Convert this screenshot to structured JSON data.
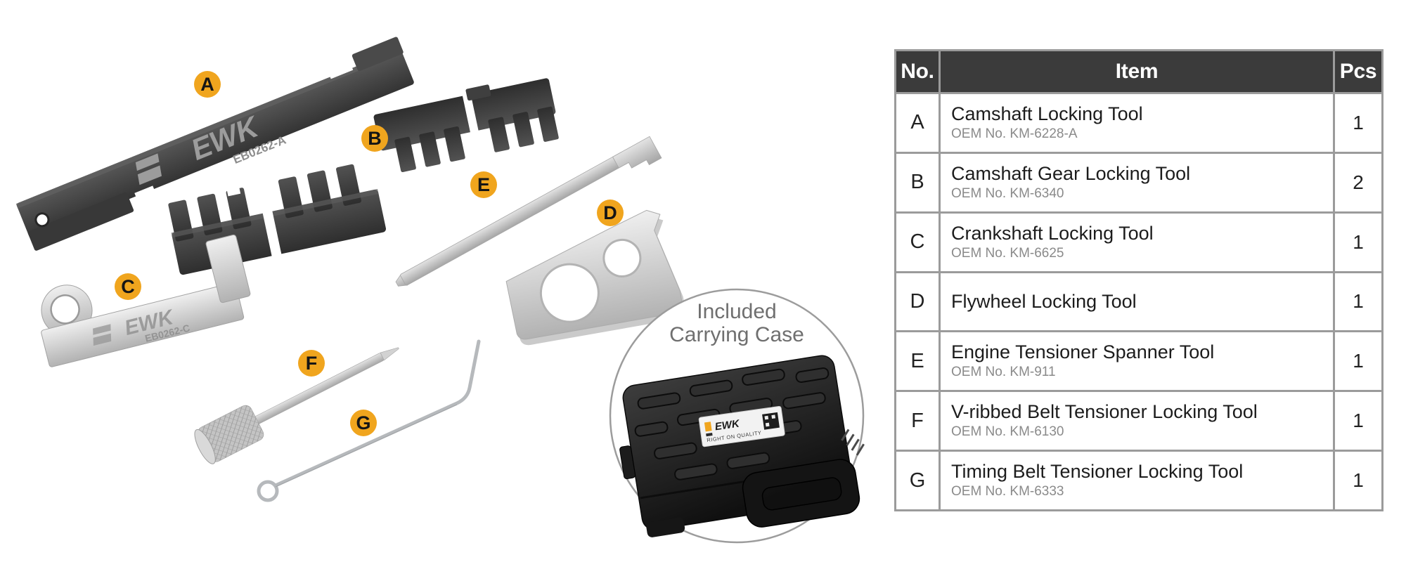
{
  "labels": [
    {
      "letter": "A"
    },
    {
      "letter": "B"
    },
    {
      "letter": "C"
    },
    {
      "letter": "D"
    },
    {
      "letter": "E"
    },
    {
      "letter": "F"
    },
    {
      "letter": "G"
    }
  ],
  "markings": {
    "tool_a_brand": "EWK",
    "tool_a_code": "EB0262-A",
    "tool_c_brand": "EWK",
    "tool_c_code": "EB0262-C",
    "case_label_brand": "EWK",
    "case_label_tagline": "RIGHT ON QUALITY"
  },
  "case_callout": {
    "line1": "Included",
    "line2": "Carrying Case"
  },
  "table": {
    "headers": {
      "no": "No.",
      "item": "Item",
      "pcs": "Pcs"
    },
    "rows": [
      {
        "no": "A",
        "item": "Camshaft Locking Tool",
        "oem": "OEM No. KM-6228-A",
        "pcs": "1"
      },
      {
        "no": "B",
        "item": "Camshaft Gear Locking Tool",
        "oem": "OEM No. KM-6340",
        "pcs": "2"
      },
      {
        "no": "C",
        "item": "Crankshaft Locking Tool",
        "oem": "OEM No. KM-6625",
        "pcs": "1"
      },
      {
        "no": "D",
        "item": "Flywheel Locking Tool",
        "oem": "",
        "pcs": "1"
      },
      {
        "no": "E",
        "item": "Engine Tensioner Spanner Tool",
        "oem": "OEM No. KM-911",
        "pcs": "1"
      },
      {
        "no": "F",
        "item": "V-ribbed Belt Tensioner Locking Tool",
        "oem": "OEM No. KM-6130",
        "pcs": "1"
      },
      {
        "no": "G",
        "item": "Timing Belt Tensioner Locking Tool",
        "oem": "OEM No. KM-6333",
        "pcs": "1"
      }
    ]
  },
  "colors": {
    "accent_orange": "#F0A51E",
    "table_header_bg": "#3B3B3B",
    "table_border": "#9B9B9B",
    "oem_text": "#8A8A8A",
    "callout_text": "#6F6F6F"
  }
}
